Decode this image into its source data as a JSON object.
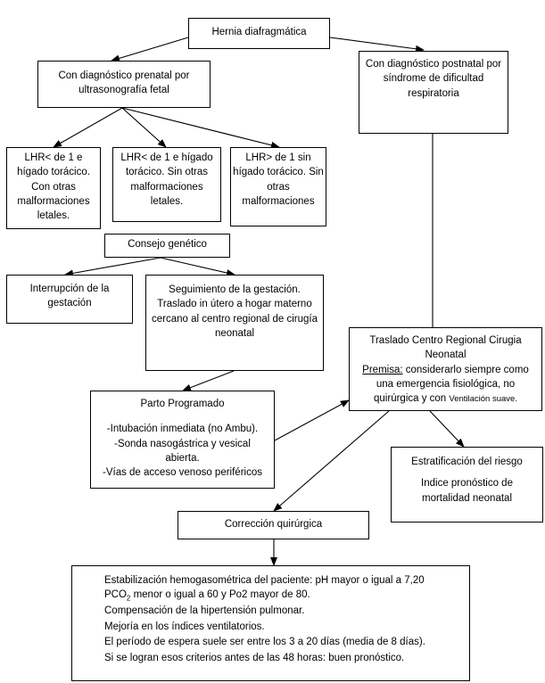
{
  "colors": {
    "line": "#000000",
    "box_border": "#000000",
    "background": "#ffffff"
  },
  "nodes": {
    "root": {
      "lines": [
        "Hernia diafragmática"
      ]
    },
    "prenatal": {
      "lines": [
        "Con diagnóstico prenatal por",
        "ultrasonografía fetal"
      ]
    },
    "postnatal": {
      "lines": [
        "Con diagnóstico postnatal por",
        "síndrome de dificultad",
        "respiratoria"
      ]
    },
    "lhr_lethal": {
      "lines": [
        "LHR< de 1 e",
        "hígado torácico.",
        "Con otras",
        "malformaciones",
        "letales."
      ]
    },
    "lhr_no_malf": {
      "lines": [
        "LHR< de 1 e hígado",
        "torácico.  Sin otras",
        "malformaciones",
        "letales."
      ]
    },
    "lhr_gt1": {
      "lines": [
        "LHR> de 1 sin",
        "hígado torácico. Sin",
        "otras",
        "malformaciones"
      ]
    },
    "counseling": {
      "lines": [
        "Consejo genético"
      ]
    },
    "interruption": {
      "lines": [
        "Interrupción de la",
        "gestación"
      ]
    },
    "followup": {
      "lines": [
        "Seguimiento de la gestación.",
        "Traslado in útero a hogar materno",
        "cercano al centro regional de cirugía",
        "neonatal"
      ]
    },
    "delivery": {
      "title": "Parto Programado",
      "lines": [
        "-Intubación inmediata (no Ambu).",
        "-Sonda  nasogástrica y vesical",
        "abierta.",
        "-Vías de acceso  venoso periféricos"
      ]
    },
    "transfer": {
      "title_lines": [
        "Traslado Centro Regional Cirugia",
        "Neonatal"
      ],
      "premise_label": "Premisa:",
      "premise_text": " considerarlo siempre como",
      "lines": [
        "una emergencia fisiológica, no"
      ],
      "last_line_prefix": "quirúrgica y con ",
      "last_line_small": "Ventilación suave."
    },
    "risk": {
      "lines": [
        "Estratificación del riesgo",
        "",
        "Indice pronóstico de",
        "mortalidad neonatal"
      ]
    },
    "surgery": {
      "lines": [
        "Corrección quirúrgica"
      ]
    },
    "stabilization": {
      "line1": "Estabilización hemogasométrica del paciente: pH mayor o igual a 7,20",
      "line2_a": "PCO",
      "line2_sub": "2",
      "line2_b": " menor o igual a 60 y Po2 mayor de 80.",
      "lines_rest": [
        "Compensación de la hipertensión pulmonar.",
        "Mejoría en los índices ventilatorios.",
        " El período de espera suele ser entre los 3 a 20 días (media de 8 días).",
        " Si se logran esos criterios antes de las 48 horas: buen pronóstico."
      ]
    }
  }
}
